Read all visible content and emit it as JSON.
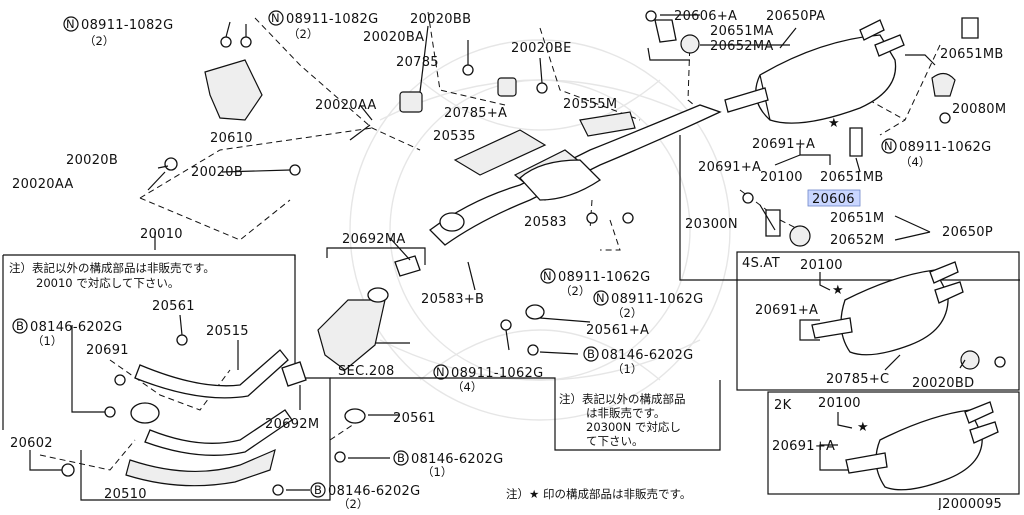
{
  "diagram_id": "J2000095",
  "labels": {
    "l20606pa": "20606+A",
    "l20650pa": "20650PA",
    "l20651ma": "20651MA",
    "l20652ma": "20652MA",
    "l20651mb_top": "20651MB",
    "l20080m": "20080M",
    "l20020bb": "20020BB",
    "l20020ba": "20020BA",
    "l20785": "20785",
    "l20785pa": "20785+A",
    "l20020be": "20020BE",
    "l20555m": "20555M",
    "l20610": "20610",
    "l20020aa": "20020AA",
    "l20535": "20535",
    "l20020b_left": "20020B",
    "l20020b_mid": "20020B",
    "l20020aa_left": "20020AA",
    "l20691a_1": "20691+A",
    "l20691a_2": "20691+A",
    "l20651mb_mid": "20651MB",
    "l20100": "20100",
    "l20606": "20606",
    "l20300n": "20300N",
    "l20651m": "20651M",
    "l20652m": "20652M",
    "l20650p": "20650P",
    "l20583": "20583",
    "l20692ma": "20692MA",
    "l20583b": "20583+B",
    "l20561a": "20561+A",
    "l20010": "20010",
    "l20561_1": "20561",
    "l20515": "20515",
    "l20691": "20691",
    "lsec208": "SEC.208",
    "l20692m": "20692M",
    "l20561_2": "20561",
    "l20602": "20602",
    "l20510": "20510",
    "l4sat": "4S.AT",
    "l4s_20100": "20100",
    "l4s_20691a": "20691+A",
    "l4s_20785c": "20785+C",
    "l4s_20020bd": "20020BD",
    "l2k": "2K",
    "l2k_20100": "20100",
    "l2k_20691a": "20691+A"
  },
  "fasteners": {
    "n_tl1": "08911-1082G",
    "n_tl1_q": "（2）",
    "n_tl2": "08911-1082G",
    "n_tl2_q": "（2）",
    "n_r1": "08911-1062G",
    "n_r1_q": "（4）",
    "n_m1": "08911-1062G",
    "n_m1_q": "（2）",
    "n_m2": "08911-1062G",
    "n_m2_q": "（2）",
    "n_m3": "08911-1062G",
    "n_m3_q": "（4）",
    "b_l1": "08146-6202G",
    "b_l1_q": "（1）",
    "b_m1": "08146-6202G",
    "b_m1_q": "（1）",
    "b_b1": "08146-6202G",
    "b_b1_q": "（1）",
    "b_b2": "08146-6202G",
    "b_b2_q": "（2）"
  },
  "notes": {
    "note1_line1": "注）表記以外の構成部品は非販売です。",
    "note1_line2": "20010 で対応して下さい。",
    "note2_line1": "注）表記以外の構成部品",
    "note2_line2": "は非販売です。",
    "note2_line3": "20300N で対応し",
    "note2_line4": "て下さい。",
    "note3": "注）★ 印の構成部品は非販売です。"
  },
  "callouts": {
    "N": "N",
    "B": "B"
  },
  "highlight_color": "#c9d6ff"
}
